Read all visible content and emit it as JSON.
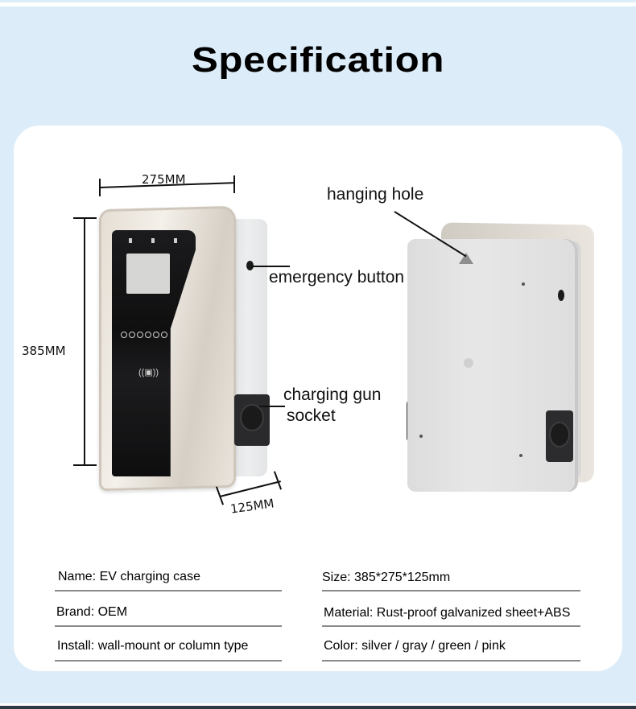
{
  "title": "Specification",
  "dimensions": {
    "width": "275MM",
    "height": "385MM",
    "depth": "125MM"
  },
  "callouts": {
    "hanging_hole": "hanging hole",
    "emergency_button": "emergency button",
    "charging_gun_socket_line1": "charging gun",
    "charging_gun_socket_line2": "socket"
  },
  "front_view": {
    "rfid_icon": "((▣))"
  },
  "specs": {
    "left": [
      {
        "text": "Name:  EV charging case"
      },
      {
        "text": "Brand: OEM"
      },
      {
        "text": "Install: wall-mount or column type"
      }
    ],
    "right": [
      {
        "text": "Size: 385*275*125mm"
      },
      {
        "text": "Material: Rust-proof galvanized sheet+ABS"
      },
      {
        "text": "Color: silver / gray / green / pink"
      }
    ]
  },
  "colors": {
    "background": "#dcecf8",
    "panel": "#ffffff",
    "text": "#000000",
    "divider": "#8a8a8a"
  }
}
